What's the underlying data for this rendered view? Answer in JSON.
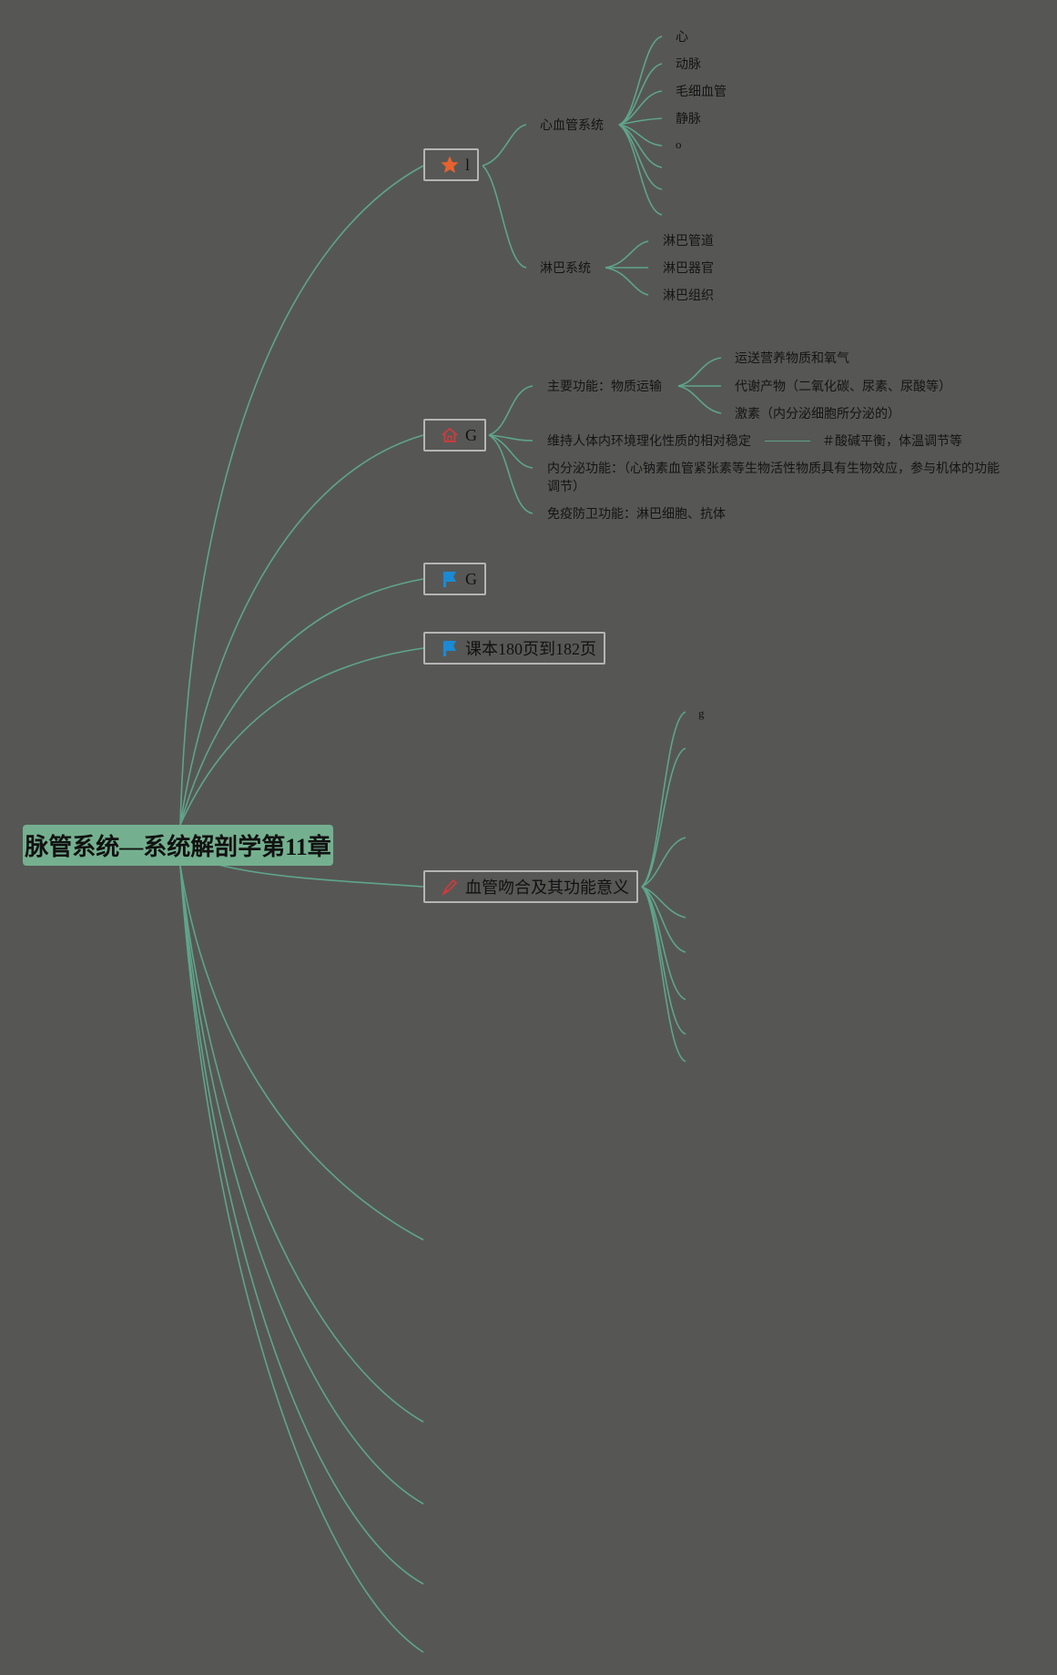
{
  "root": {
    "title": "脉管系统—系统解剖学第11章"
  },
  "branches": {
    "b1": {
      "label": "l",
      "icon": "star-icon",
      "children": {
        "cardio": {
          "label": "心血管系统",
          "items": [
            "心",
            "动脉",
            "毛细血管",
            "静脉",
            "o"
          ]
        },
        "lymph": {
          "label": "淋巴系统",
          "items": [
            "淋巴管道",
            "淋巴器官",
            "淋巴组织"
          ]
        }
      }
    },
    "b2": {
      "label": "G",
      "icon": "house-icon",
      "children": {
        "main": {
          "label": "主要功能：物质运输",
          "items": [
            "运送营养物质和氧气",
            "代谢产物（二氧化碳、尿素、尿酸等）",
            "激素（内分泌细胞所分泌的）"
          ]
        },
        "homeo": {
          "label": "维持人体内环境理化性质的相对稳定",
          "detail": "＃酸碱平衡，体温调节等"
        },
        "endo": {
          "label": "内分泌功能：（心钠素血管紧张素等生物活性物质具有生物效应，参与机体的功能调节）"
        },
        "immune": {
          "label": "免疫防卫功能：淋巴细胞、抗体"
        }
      }
    },
    "b3": {
      "label": "G",
      "icon": "flag-icon"
    },
    "b4": {
      "label": "课本180页到182页",
      "icon": "flag-icon"
    },
    "b5": {
      "label": "血管吻合及其功能意义",
      "icon": "pen-icon",
      "children": {
        "first": "g"
      }
    }
  },
  "colors": {
    "background": "#565755",
    "root": "#74b08f",
    "line": "#5fa58a",
    "node_border": "#b5b5b5",
    "star": "#e8622d",
    "flag": "#1a8ad4",
    "house": "#d23a3a"
  }
}
